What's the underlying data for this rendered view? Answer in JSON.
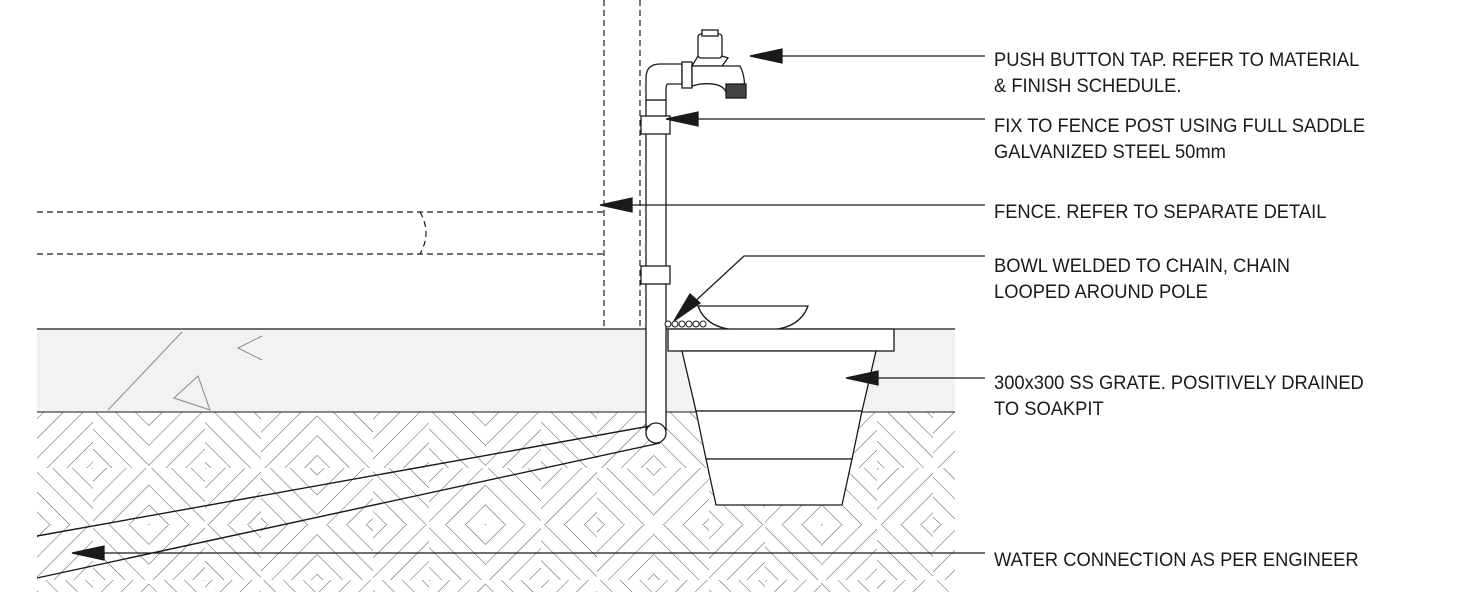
{
  "annotations": [
    {
      "id": "push-button-tap",
      "lines": [
        "PUSH BUTTON TAP. REFER TO MATERIAL",
        "& FINISH SCHEDULE."
      ]
    },
    {
      "id": "fence-post-saddle",
      "lines": [
        "FIX TO FENCE POST USING FULL SADDLE",
        "GALVANIZED STEEL 50mm"
      ]
    },
    {
      "id": "fence",
      "lines": [
        "FENCE. REFER TO SEPARATE DETAIL"
      ]
    },
    {
      "id": "bowl-chain",
      "lines": [
        "BOWL WELDED TO CHAIN, CHAIN",
        "LOOPED AROUND POLE"
      ]
    },
    {
      "id": "ss-grate",
      "lines": [
        "300x300 SS GRATE. POSITIVELY DRAINED",
        "TO SOAKPIT"
      ]
    },
    {
      "id": "water-connection",
      "lines": [
        "WATER CONNECTION AS PER ENGINEER"
      ]
    }
  ],
  "colors": {
    "line": "#1a1a1a",
    "slab": "#f2f2f2",
    "soil_hatch": "#555555",
    "background": "#ffffff"
  }
}
